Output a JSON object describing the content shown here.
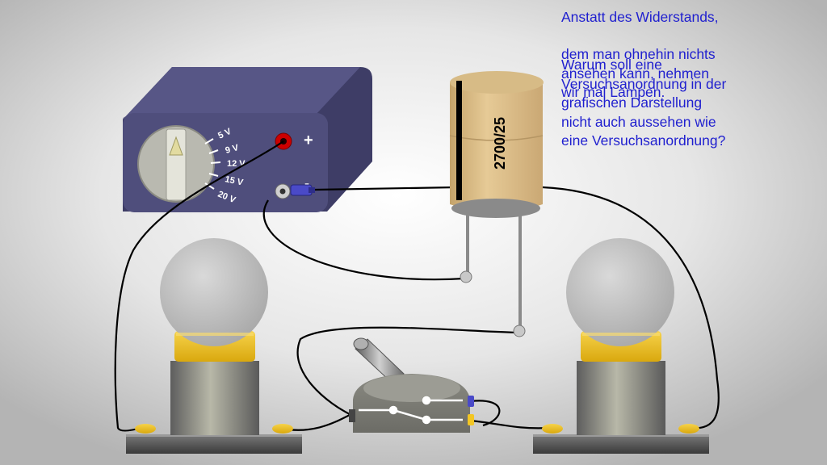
{
  "power_supply": {
    "voltage_labels": [
      "5 V",
      "9 V",
      "12 V",
      "15 V",
      "20 V"
    ],
    "plus_label": "+",
    "minus_label": "-",
    "body_color": "#4f4e7c"
  },
  "capacitor": {
    "label": "2700/25",
    "body_color": "#dcbf8a"
  },
  "texts": {
    "a": "Anstatt des Widerstands,",
    "b": "dem man ohnehin nichts ansehen kann, nehmen wir mal Lampen.",
    "c": "Warum soll eine Versuchsanordnung in der grafischen Darstellung nicht auch aussehen wie eine Versuchsanordnung?"
  },
  "colors": {
    "text": "#1f1fcf",
    "wire": "#000000",
    "socket_red": "#cc0000",
    "plug_blue": "#4a4ac8",
    "lamp_base": "#f3c623"
  }
}
